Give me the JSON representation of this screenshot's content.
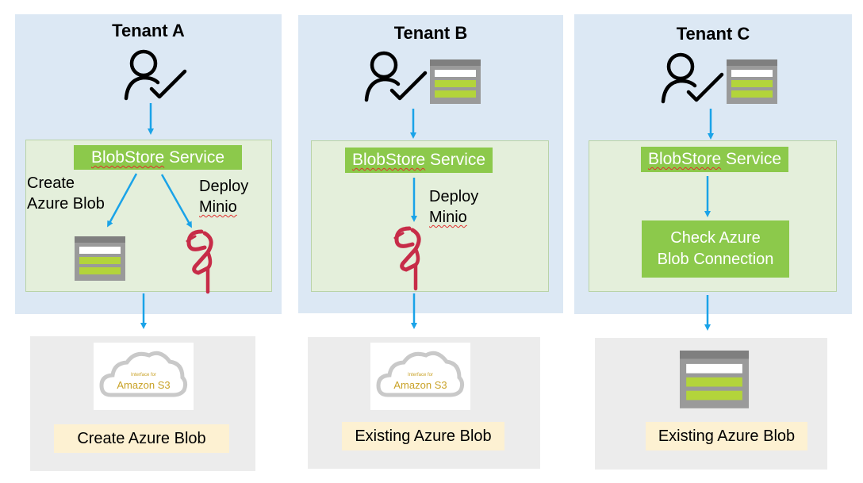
{
  "tenants": [
    {
      "title": "Tenant A",
      "service_prefix": "BlobStore",
      "service_suffix": " Service",
      "step1_line1": "Create",
      "step1_line2": "Azure Blob",
      "step2_line1": "Deploy",
      "step2_line2": "Minio",
      "s3_small": "Interface for",
      "s3_big": "Amazon S3",
      "bottom_label": "Create Azure Blob"
    },
    {
      "title": "Tenant B",
      "service_prefix": "BlobStore",
      "service_suffix": " Service",
      "step_line1": "Deploy",
      "step_line2": "Minio",
      "s3_small": "Interface for",
      "s3_big": "Amazon S3",
      "bottom_label": "Existing Azure Blob"
    },
    {
      "title": "Tenant C",
      "service_prefix": "BlobStore",
      "service_suffix": " Service",
      "check_line1": "Check Azure",
      "check_line2": "Blob Connection",
      "bottom_label": "Existing Azure Blob"
    }
  ],
  "colors": {
    "panel_blue": "#dce8f4",
    "inner_green": "#e4efdb",
    "label_green": "#8cc94b",
    "arrow_blue": "#1aa3e8",
    "bottom_gray": "#ececec",
    "label_yellow": "#fdf1d2",
    "minio_red": "#c72c48",
    "s3_gold": "#c9a227"
  },
  "icons": [
    "user-check-icon",
    "azure-blob-storage-icon",
    "minio-flamingo-icon",
    "amazon-s3-cloud-icon"
  ]
}
